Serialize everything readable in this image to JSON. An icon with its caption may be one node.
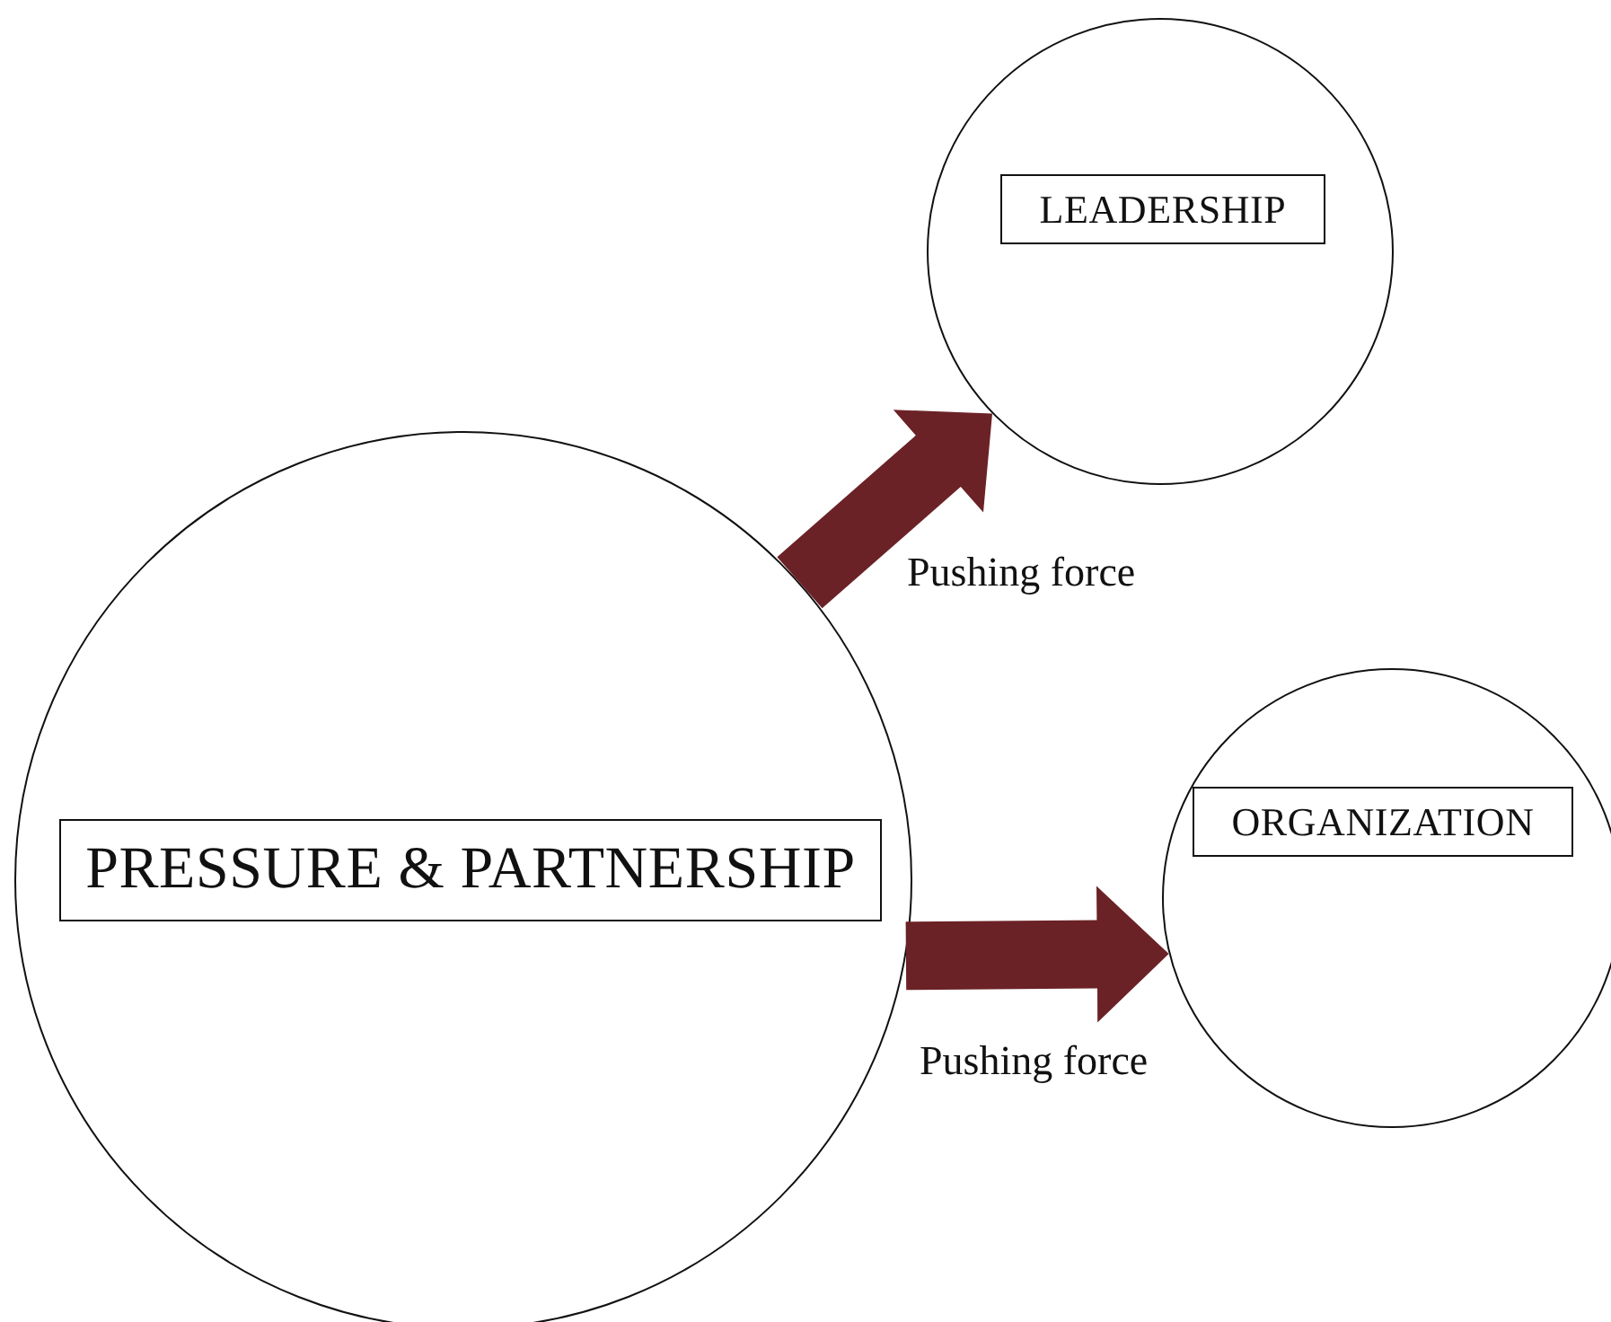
{
  "diagram": {
    "nodes": [
      {
        "text": [],
        "shape": "circle"
      },
      {
        "text": [
          "PRESSURE & PARTNERSHIP"
        ],
        "in": 0
      },
      {
        "text": [],
        "shape": "circle"
      },
      {
        "text": [
          "LEADERSHIP"
        ],
        "in": 2
      },
      {
        "text": [],
        "shape": "circle"
      },
      {
        "text": [
          "ORGANIZATION"
        ],
        "in": 4
      }
    ],
    "edges": [
      {
        "from": 0,
        "to": 2,
        "arrow": "to",
        "label": "Pushing force",
        "style": "thick"
      },
      {
        "from": 0,
        "to": 4,
        "arrow": "to",
        "label": "Pushing force",
        "style": "thick"
      }
    ]
  }
}
